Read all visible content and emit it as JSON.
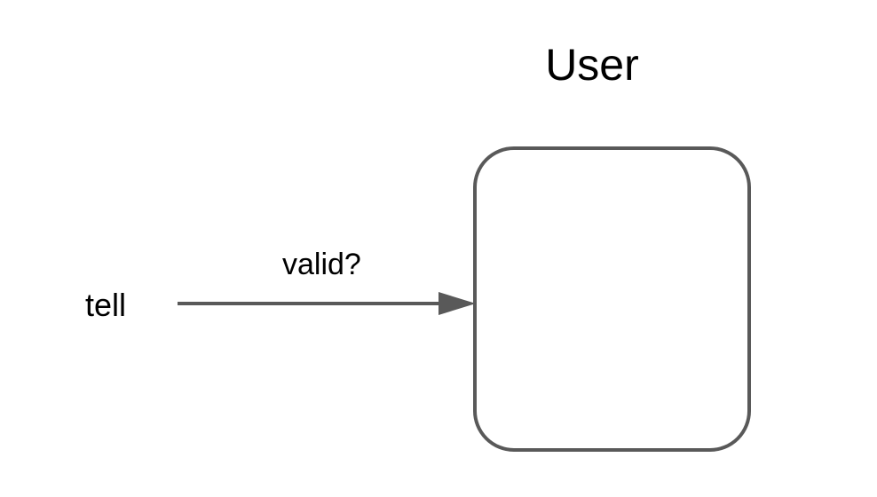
{
  "diagram": {
    "nodes": [
      {
        "id": "user",
        "label": "User",
        "shape": "rounded-rectangle"
      }
    ],
    "edges": [
      {
        "from_label": "tell",
        "label": "valid?",
        "to": "user",
        "direction": "right"
      }
    ]
  },
  "colors": {
    "text": "#000000",
    "shape_stroke": "#595959",
    "arrow": "#595959",
    "canvas": "#ffffff"
  }
}
